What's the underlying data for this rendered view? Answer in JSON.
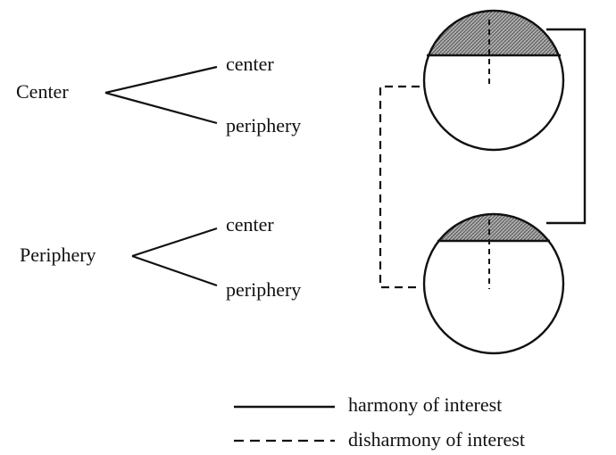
{
  "labels": {
    "center": "Center",
    "periphery": "Periphery",
    "top_branch_center": "center",
    "top_branch_periphery": "periphery",
    "bottom_branch_center": "center",
    "bottom_branch_periphery": "periphery"
  },
  "legend": {
    "harmony": "harmony of interest",
    "disharmony": "disharmony of interest"
  },
  "colors": {
    "ink": "#111111",
    "hatch_fill": "#9a9a9a"
  }
}
